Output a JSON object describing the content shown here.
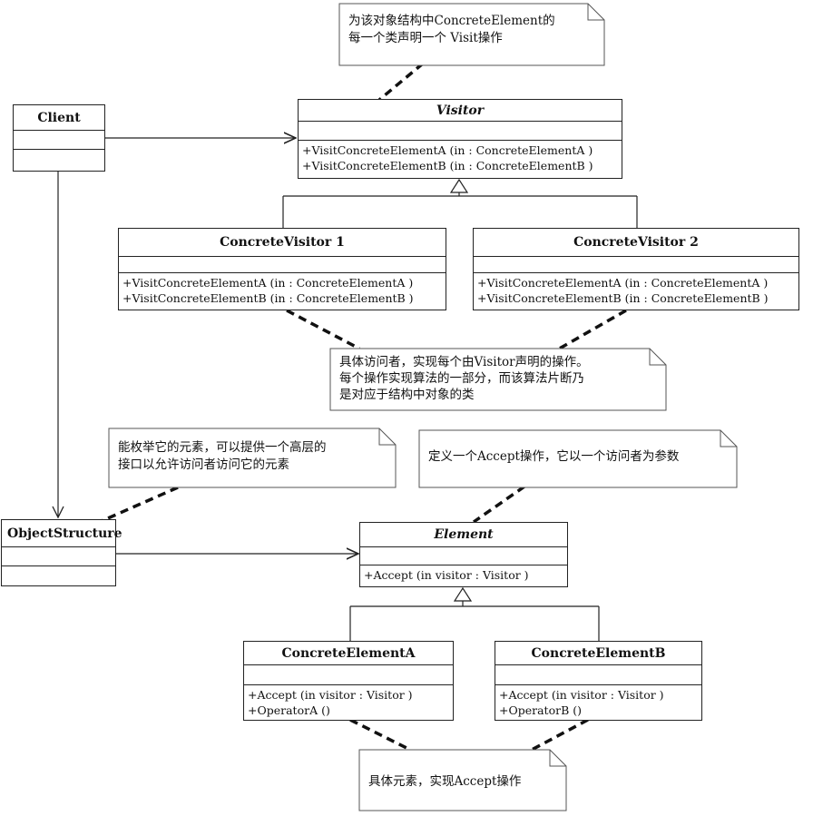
{
  "notes": {
    "visitor_note": {
      "lines": [
        "为该对象结构中ConcreteElement的",
        "每一个类声明一个 Visit操作"
      ]
    },
    "concrete_visitor_note": {
      "lines": [
        "具体访问者，实现每个由Visitor声明的操作。",
        "每个操作实现算法的一部分，而该算法片断乃",
        "是对应于结构中对象的类"
      ]
    },
    "object_structure_note": {
      "lines": [
        "能枚举它的元素，可以提供一个高层的",
        "接口以允许访问者访问它的元素"
      ]
    },
    "element_note": {
      "lines": [
        "定义一个Accept操作，它以一个访问者为参数"
      ]
    },
    "concrete_element_note": {
      "lines": [
        "具体元素，实现Accept操作"
      ]
    }
  },
  "classes": {
    "client": {
      "name": "Client",
      "ops": []
    },
    "visitor": {
      "name": "Visitor",
      "ops": [
        "+VisitConcreteElementA (in  : ConcreteElementA )",
        "+VisitConcreteElementB (in  : ConcreteElementB )"
      ]
    },
    "concrete_visitor_1": {
      "name": "ConcreteVisitor 1",
      "ops": [
        "+VisitConcreteElementA (in  : ConcreteElementA )",
        "+VisitConcreteElementB (in  : ConcreteElementB )"
      ]
    },
    "concrete_visitor_2": {
      "name": "ConcreteVisitor 2",
      "ops": [
        "+VisitConcreteElementA (in  : ConcreteElementA )",
        "+VisitConcreteElementB (in  : ConcreteElementB )"
      ]
    },
    "object_structure": {
      "name": "ObjectStructure",
      "ops": []
    },
    "element": {
      "name": "Element",
      "ops": [
        "+Accept (in visitor  : Visitor )"
      ]
    },
    "concrete_element_a": {
      "name": "ConcreteElementA",
      "ops": [
        "+Accept (in visitor  : Visitor )",
        "+OperatorA ()"
      ]
    },
    "concrete_element_b": {
      "name": "ConcreteElementB",
      "ops": [
        "+Accept (in visitor  : Visitor )",
        "+OperatorB ()"
      ]
    }
  }
}
